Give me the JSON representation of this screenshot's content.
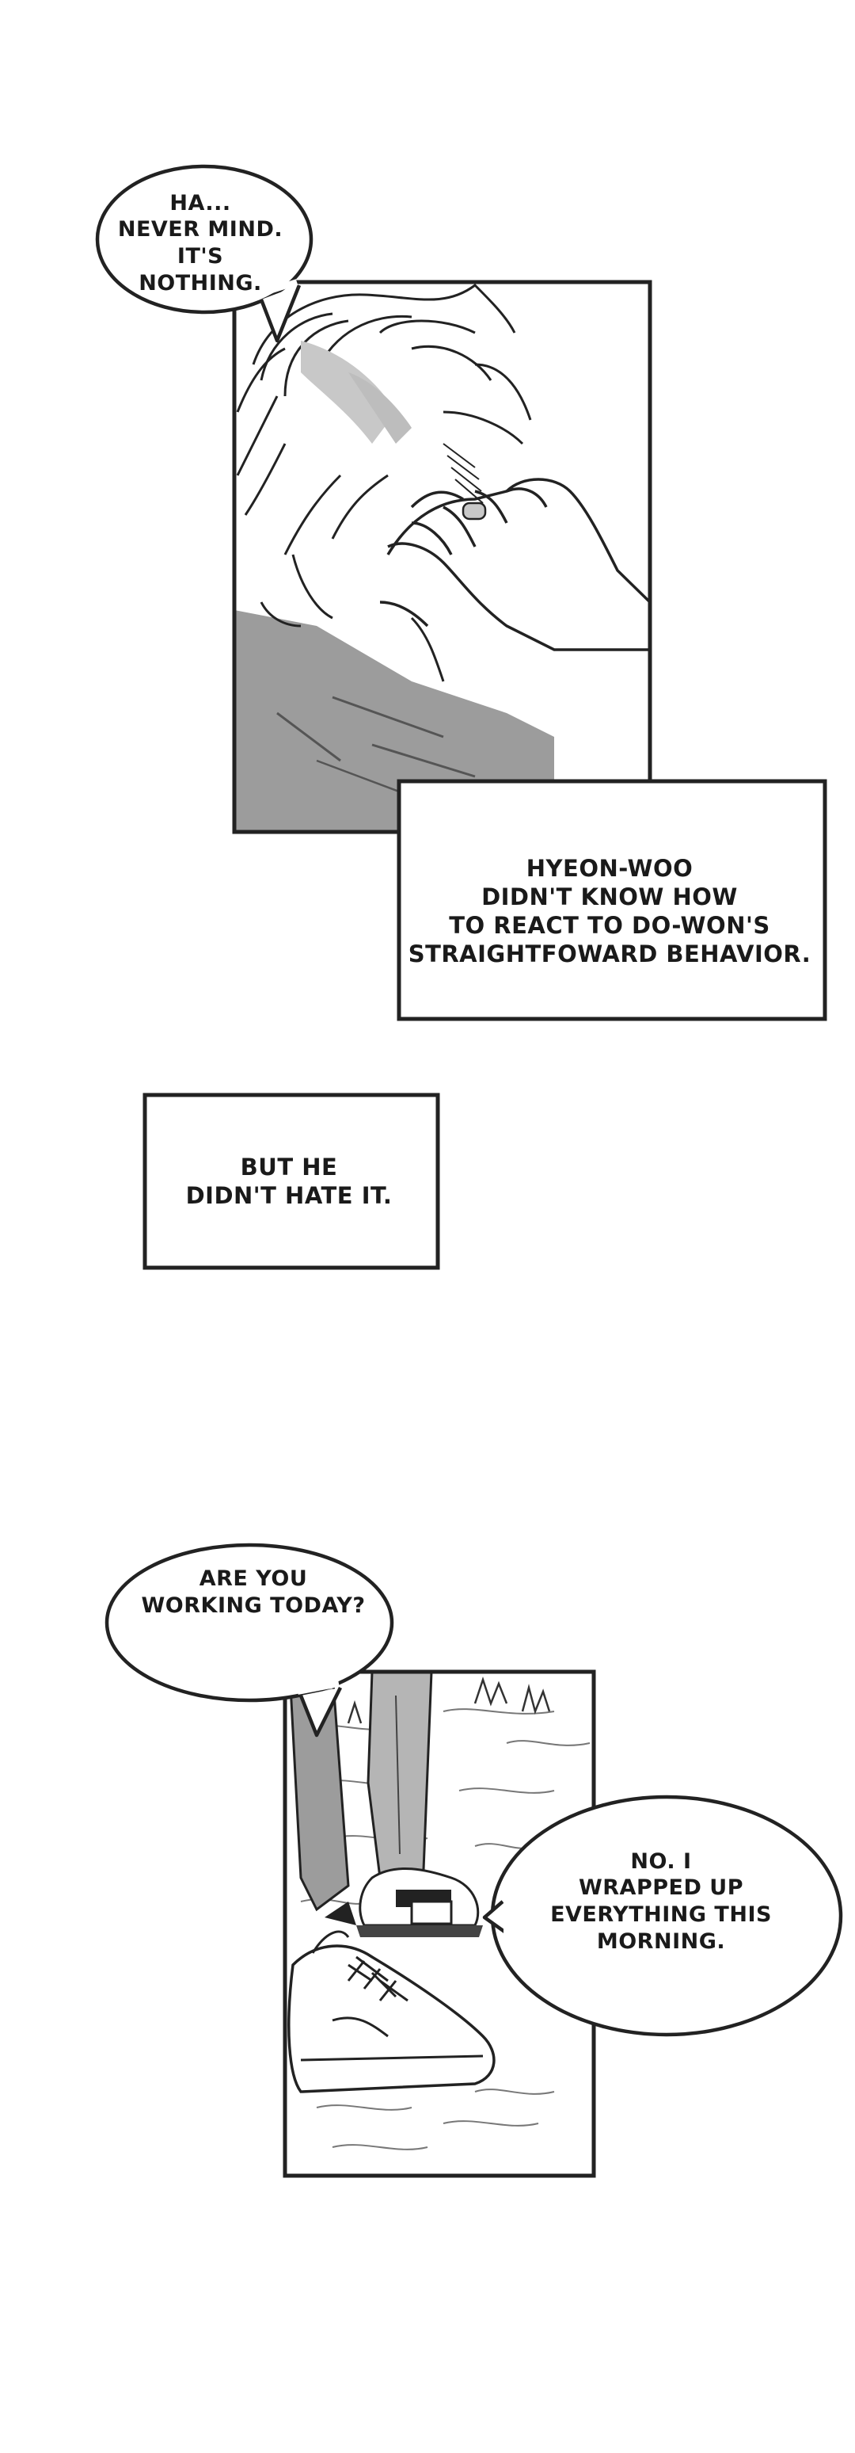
{
  "captions": {
    "bubble_1": "HA...\nNEVER MIND. IT'S\nNOTHING.",
    "narration_1": "HYEON-WOO\nDIDN'T KNOW HOW\nTO REACT TO DO-WON'S\nSTRAIGHTFOWARD BEHAVIOR.",
    "narration_2": "BUT HE\nDIDN'T HATE IT.",
    "bubble_2": "ARE YOU\nWORKING TODAY?",
    "bubble_3": "NO. I\nWRAPPED UP\nEVERYTHING THIS\nMORNING."
  },
  "colors": {
    "ink": "#1a1a1a",
    "paper": "#ffffff",
    "shirt_gray": "#9c9c9c",
    "pants_gray": "#b5b5b5"
  }
}
